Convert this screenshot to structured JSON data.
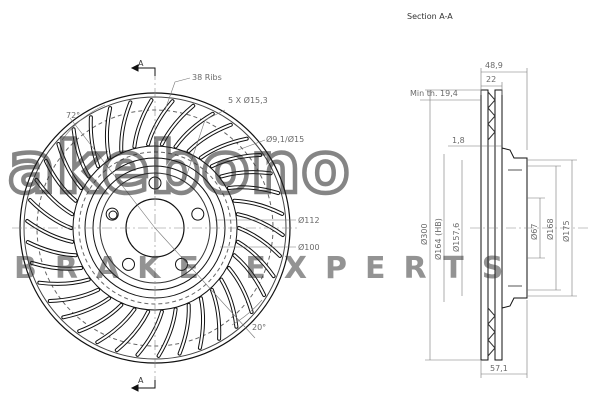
{
  "section_title": "Section A-A",
  "section_marker": "A",
  "front_view": {
    "ribs_label": "38 Ribs",
    "bolt_holes_label": "5 X Ø15,3",
    "rib_angle_label": "72°",
    "ring_label": "Ø9,1/Ø15",
    "hub_diameter_label": "Ø112",
    "inner_diameter_label": "Ø100",
    "bottom_angle_label": "20°"
  },
  "section_view": {
    "total_width_label": "48,9",
    "disc_width_label": "22",
    "min_thickness_label": "Min th. 19,4",
    "hat_step_label": "1,8",
    "outer_diameter_label": "Ø300",
    "braking_diameter_label": "Ø164 (HB)",
    "center_diameter_label": "Ø157,6",
    "center_bore_label": "Ø67",
    "pcd_label": "Ø168",
    "hub_outer_label": "Ø175",
    "height_label": "57,1"
  },
  "watermark": {
    "brand": "akebono",
    "tagline": "BRAKE EXPERTS"
  },
  "drawing_meta": {
    "rib_count": 38,
    "bolt_hole_count": 5
  }
}
